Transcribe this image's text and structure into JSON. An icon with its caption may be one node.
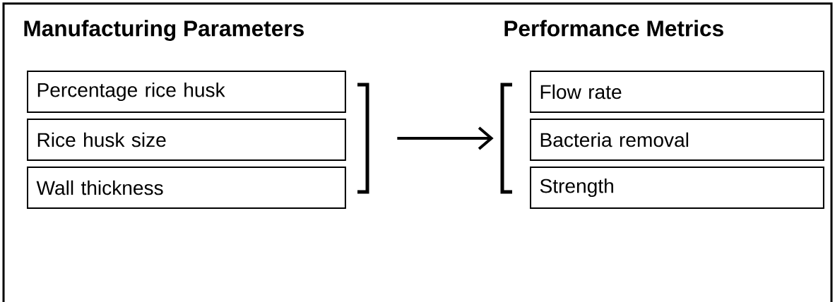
{
  "diagram": {
    "nodes": [
      {
        "text": [
          "Percentage rice husk"
        ]
      },
      {
        "text": [
          "Rice husk size"
        ]
      },
      {
        "text": [
          "Wall thickness"
        ]
      },
      {
        "text": [],
        "shape": "bracket"
      },
      {
        "text": [],
        "shape": "bracket"
      },
      {
        "text": [
          "Flow rate"
        ]
      },
      {
        "text": [
          "Bacteria removal"
        ]
      },
      {
        "text": [
          "Strength"
        ]
      }
    ],
    "edges": [
      {
        "from": 3,
        "to": 4,
        "arrow": "to"
      }
    ],
    "labels": [
      "Manufacturing Parameters",
      "Performance Metrics"
    ]
  }
}
